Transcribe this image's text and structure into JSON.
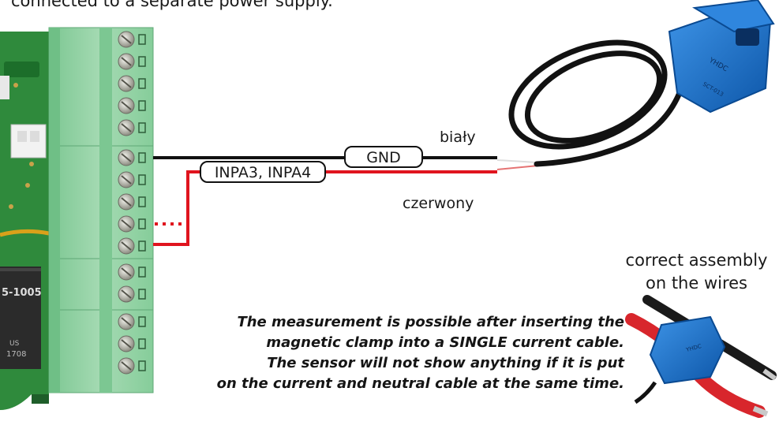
{
  "header": {
    "note_fragment": "connected to a separate power supply."
  },
  "wires": {
    "gnd_label": "GND",
    "input_label": "INPA3, INPA4",
    "white_wire_name": "biały",
    "red_wire_name": "czerwony"
  },
  "relay": {
    "part_number": "5-1005",
    "listing_mark": "US",
    "date_code": "1708"
  },
  "assembly": {
    "caption_line1": "correct assembly",
    "caption_line2": "on the wires"
  },
  "warning": {
    "lines": [
      "The measurement is possible after inserting the",
      "magnetic clamp into a SINGLE current cable.",
      "The sensor will not show anything if it is put",
      "on the current and neutral cable at the same time."
    ]
  },
  "colors": {
    "wire_black": "#111111",
    "wire_red": "#e0141e",
    "terminal_green": "#93d2a4",
    "pcb_green": "#2f8a3c",
    "clamp_blue": "#1d74d0"
  },
  "icons": {
    "sensor": "split-core-current-transformer",
    "detail": "clamp-on-wires-detail"
  }
}
